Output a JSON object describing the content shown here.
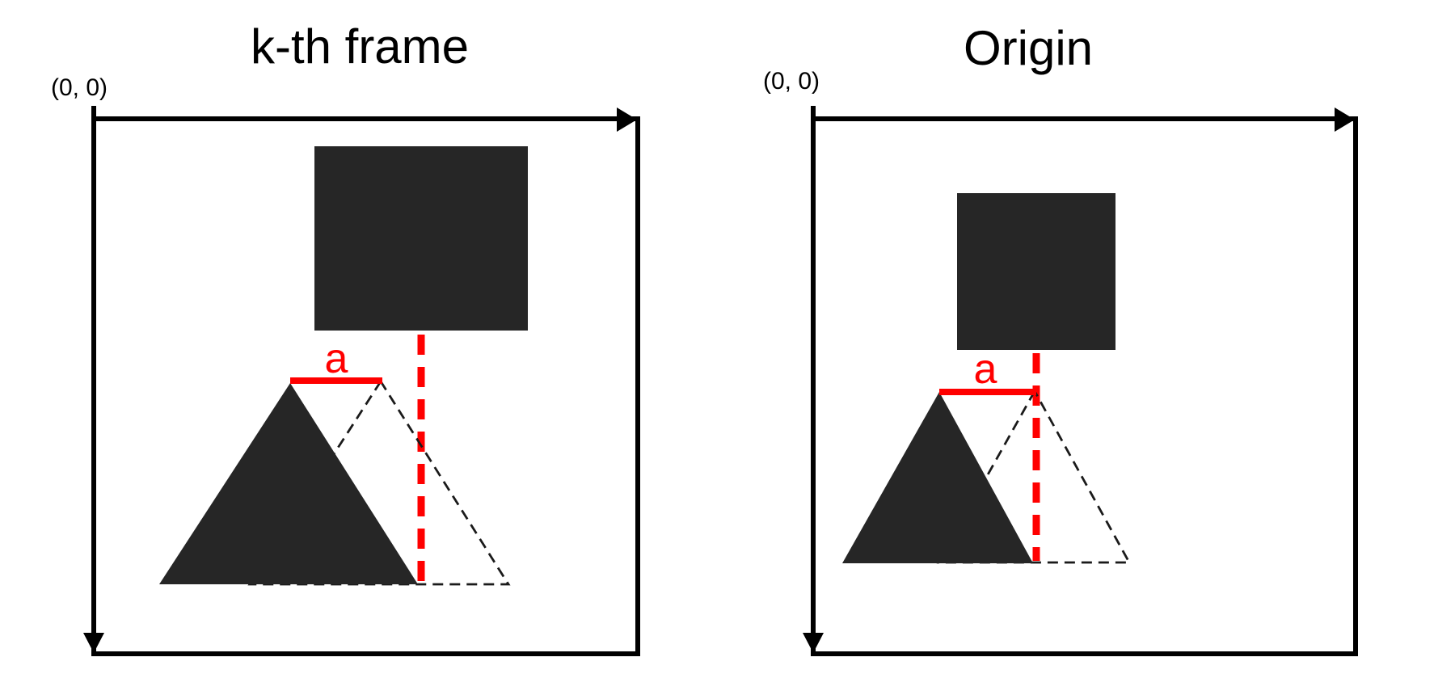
{
  "colors": {
    "accent-red": "#FF0000",
    "shape-dark": "#262626",
    "line-black": "#000000",
    "dashed-outline": "#1a1a1a",
    "background": "#ffffff"
  },
  "panels": {
    "left": {
      "title": "k-th frame",
      "origin_label": "(0, 0)",
      "measure_label": "a"
    },
    "right": {
      "title": "Origin",
      "origin_label": "(0, 0)",
      "measure_label": "a"
    }
  }
}
